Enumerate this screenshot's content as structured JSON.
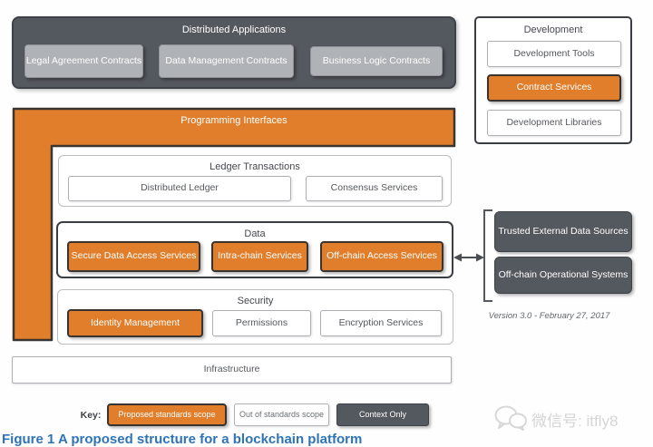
{
  "diagram": {
    "distributed_applications": {
      "title": "Distributed Applications",
      "items": [
        "Legal Agreement Contracts",
        "Data Management Contracts",
        "Business Logic Contracts"
      ]
    },
    "development": {
      "title": "Development",
      "items": [
        {
          "label": "Development Tools",
          "style": "outline"
        },
        {
          "label": "Contract Services",
          "style": "orange"
        },
        {
          "label": "Development Libraries",
          "style": "outline"
        }
      ]
    },
    "programming_interfaces": {
      "title": "Programming Interfaces"
    },
    "ledger_transactions": {
      "title": "Ledger Transactions",
      "items": [
        "Distributed Ledger",
        "Consensus Services"
      ]
    },
    "data": {
      "title": "Data",
      "items": [
        "Secure Data Access Services",
        "Intra-chain Services",
        "Off-chain Access Services"
      ]
    },
    "security": {
      "title": "Security",
      "items": [
        {
          "label": "Identity Management",
          "style": "orange"
        },
        {
          "label": "Permissions",
          "style": "outline"
        },
        {
          "label": "Encryption Services",
          "style": "outline"
        }
      ]
    },
    "infrastructure": {
      "title": "Infrastructure"
    },
    "external": {
      "items": [
        "Trusted External Data Sources",
        "Off-chain Operational Systems"
      ],
      "version_note": "Version 3.0 - February 27, 2017"
    },
    "key": {
      "label": "Key:",
      "items": [
        {
          "label": "Proposed standards scope",
          "style": "orange"
        },
        {
          "label": "Out of standards scope",
          "style": "outline"
        },
        {
          "label": "Context Only",
          "style": "dark"
        }
      ]
    },
    "caption": "Figure 1 A proposed structure for a blockchain platform",
    "watermark": "微信号: itfly8"
  },
  "colors": {
    "orange": "#E07E2B",
    "dark_gray": "#54585F",
    "light_gray": "#AFB2B6",
    "caption_blue": "#2E74B5"
  }
}
